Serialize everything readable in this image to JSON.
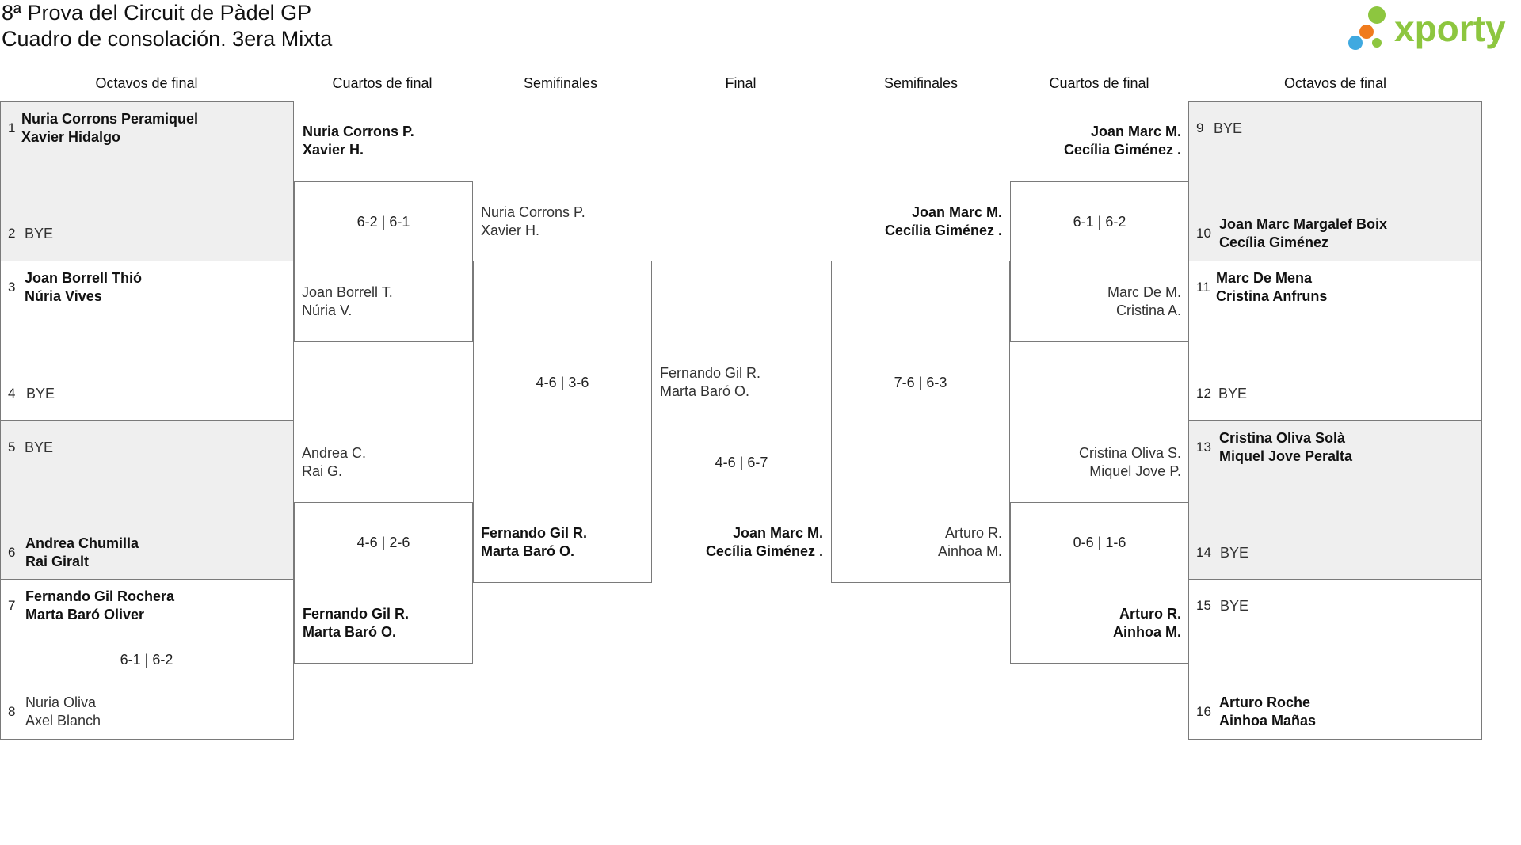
{
  "title": {
    "line1": "8ª Prova del Circuit de Pàdel GP",
    "line2": "Cuadro de consolación. 3era Mixta"
  },
  "logo": {
    "text": "xporty",
    "icon": "dots-logo-icon",
    "colors": [
      "#3fa9e0",
      "#f07b1d",
      "#8dc63f",
      "#8dc63f"
    ]
  },
  "round_headers": [
    "Octavos de final",
    "Cuartos de final",
    "Semifinales",
    "Final",
    "Semifinales",
    "Cuartos de final",
    "Octavos de final"
  ],
  "left": {
    "r16": [
      {
        "n1": "1",
        "p1": [
          "Nuria Corrons Peramiquel",
          "Xavier Hidalgo"
        ],
        "n2": "2",
        "p2": "BYE",
        "score": ""
      },
      {
        "n1": "3",
        "p1": [
          "Joan Borrell Thió",
          "Núria Vives"
        ],
        "n2": "4",
        "p2": "BYE",
        "score": ""
      },
      {
        "n1": "5",
        "p1": "BYE",
        "n2": "6",
        "p2": [
          "Andrea Chumilla",
          "Rai Giralt"
        ],
        "score": ""
      },
      {
        "n1": "7",
        "p1": [
          "Fernando Gil Rochera",
          "Marta Baró Oliver"
        ],
        "n2": "8",
        "p2": [
          "Nuria Oliva",
          "Axel Blanch"
        ],
        "score": "6-1 | 6-2"
      }
    ],
    "qf": [
      {
        "top": [
          "Nuria Corrons P.",
          "Xavier H."
        ],
        "score": "6-2 | 6-1",
        "bottom": [
          "Joan Borrell T.",
          "Núria V."
        ]
      },
      {
        "top": [
          "Andrea C.",
          "Rai G."
        ],
        "score": "4-6 | 2-6",
        "bottom": [
          "Fernando Gil R.",
          "Marta Baró O."
        ]
      }
    ],
    "sf": {
      "top": [
        "Nuria Corrons P.",
        "Xavier H."
      ],
      "score": "4-6 | 3-6",
      "bottom": [
        "Fernando Gil R.",
        "Marta Baró O."
      ]
    }
  },
  "final": {
    "top": [
      "Fernando Gil R.",
      "Marta Baró O."
    ],
    "score": "4-6 | 6-7",
    "bottom": [
      "Joan Marc M.",
      "Cecília Giménez ."
    ]
  },
  "right": {
    "r16": [
      {
        "n1": "9",
        "p1": "BYE",
        "n2": "10",
        "p2": [
          "Joan Marc Margalef Boix",
          "Cecília Giménez"
        ]
      },
      {
        "n1": "11",
        "p1": [
          "Marc De Mena",
          "Cristina Anfruns"
        ],
        "n2": "12",
        "p2": "BYE"
      },
      {
        "n1": "13",
        "p1": [
          "Cristina Oliva Solà",
          "Miquel Jove Peralta"
        ],
        "n2": "14",
        "p2": "BYE"
      },
      {
        "n1": "15",
        "p1": "BYE",
        "n2": "16",
        "p2": [
          "Arturo Roche",
          "Ainhoa Mañas"
        ]
      }
    ],
    "qf": [
      {
        "top": [
          "Joan Marc M.",
          "Cecília Giménez ."
        ],
        "score": "6-1 | 6-2",
        "bottom": [
          "Marc De M.",
          "Cristina A."
        ]
      },
      {
        "top": [
          "Cristina Oliva S.",
          "Miquel Jove P."
        ],
        "score": "0-6 | 1-6",
        "bottom": [
          "Arturo R.",
          "Ainhoa M."
        ]
      }
    ],
    "sf": {
      "top": [
        "Joan Marc M.",
        "Cecília Giménez ."
      ],
      "score": "7-6 | 6-3",
      "bottom": [
        "Arturo R.",
        "Ainhoa M."
      ]
    }
  }
}
